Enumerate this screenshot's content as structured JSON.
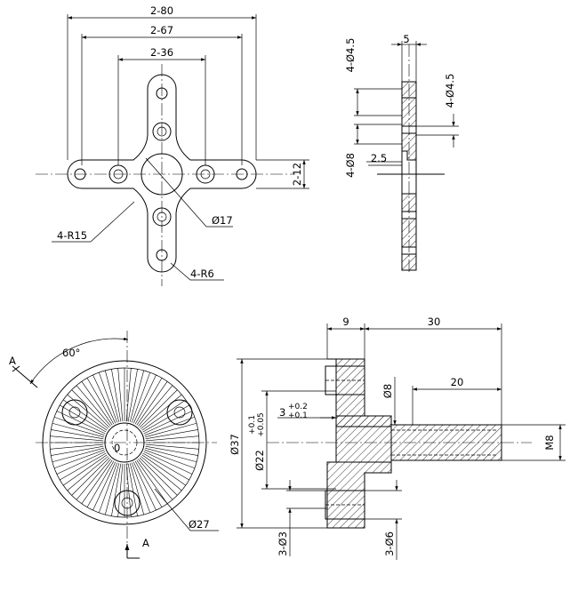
{
  "top_left_view": {
    "dims": {
      "d80": "2-80",
      "d67": "2-67",
      "d36": "2-36",
      "d12": "2-12",
      "r15": "4-R15",
      "phi17": "Ø17",
      "r6": "4-R6"
    }
  },
  "top_right_view": {
    "dims": {
      "t5": "5",
      "holes45a": "4-Ø4.5",
      "holes45b": "4-Ø4.5",
      "holes8": "4-Ø8",
      "t25": "2.5"
    }
  },
  "bottom_left_view": {
    "dims": {
      "angle": "60°",
      "section_a_top": "A",
      "section_a_bottom": "A",
      "center": "0",
      "phi27": "Ø27"
    }
  },
  "bottom_right_view": {
    "dims": {
      "w9": "9",
      "w30": "30",
      "w20": "20",
      "phi8": "Ø8",
      "phi37": "Ø37",
      "phi22": "Ø22",
      "tol22a": "+0.1",
      "tol22b": "+0.05",
      "d3": "3",
      "tol3a": "+0.2",
      "tol3b": "+0.1",
      "m8": "M8",
      "holes3": "3-Ø3",
      "holes6": "3-Ø6"
    }
  }
}
